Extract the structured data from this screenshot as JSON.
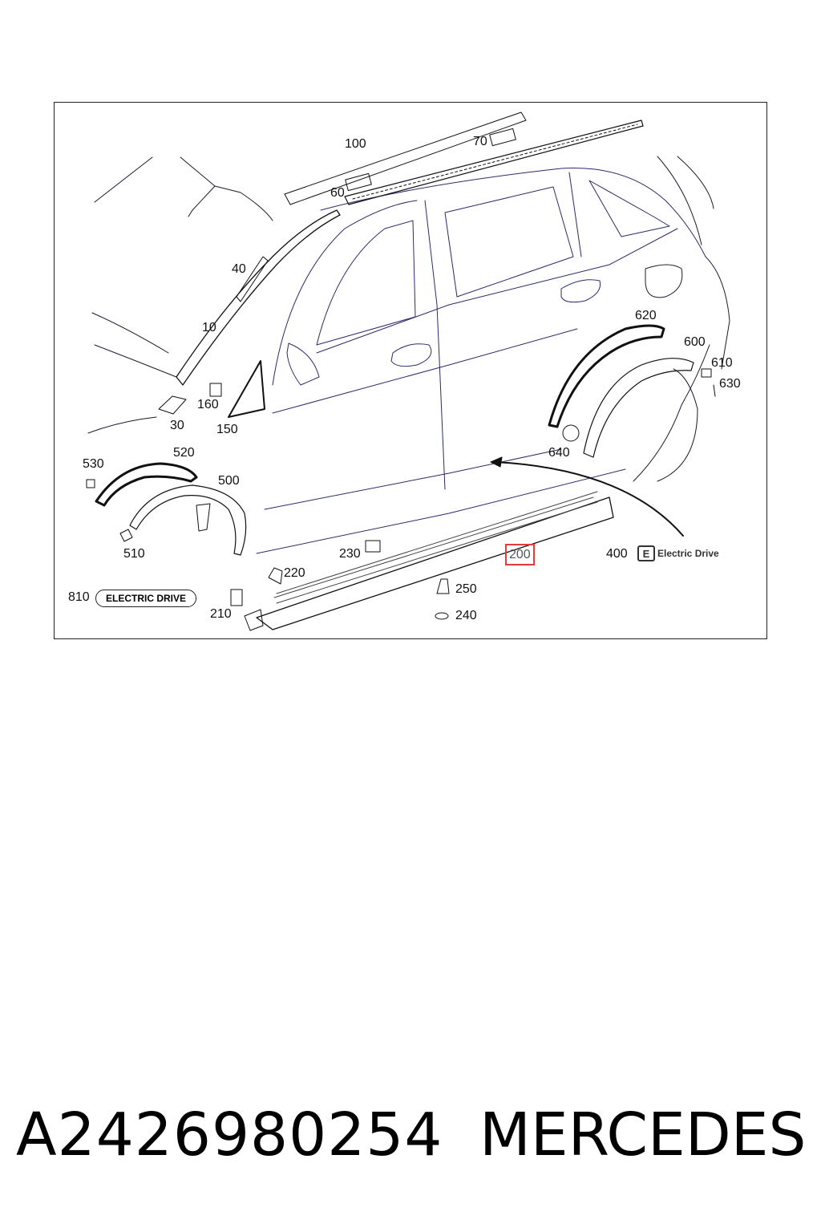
{
  "diagram": {
    "callouts": {
      "c100": "100",
      "c70": "70",
      "c60": "60",
      "c40": "40",
      "c10": "10",
      "c160": "160",
      "c30": "30",
      "c150": "150",
      "c620": "620",
      "c600": "600",
      "c610": "610",
      "c630": "630",
      "c640": "640",
      "c530": "530",
      "c520": "520",
      "c500": "500",
      "c510": "510",
      "c230": "230",
      "c200": "200",
      "c400": "400",
      "c220": "220",
      "c250": "250",
      "c240": "240",
      "c810": "810",
      "c210": "210"
    },
    "badge_810_text": "ELECTRIC DRIVE",
    "badge_400_logo": "E",
    "badge_400_text": "Electric Drive",
    "highlight_color": "#e23b3b"
  },
  "footer": {
    "part_number": "A2426980254",
    "brand": "MERCEDES"
  }
}
